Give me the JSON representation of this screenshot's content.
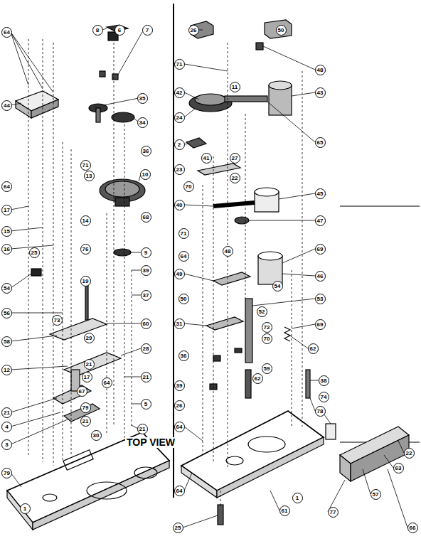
{
  "diagram": {
    "labels": [
      "64",
      "8",
      "6",
      "7",
      "35",
      "34",
      "44",
      "36",
      "71",
      "13",
      "10",
      "64",
      "17",
      "15",
      "14",
      "68",
      "16",
      "25",
      "76",
      "9",
      "54",
      "19",
      "39",
      "37",
      "56",
      "73",
      "60",
      "58",
      "29",
      "21",
      "28",
      "12",
      "17",
      "64",
      "21",
      "21",
      "4",
      "67",
      "3",
      "79",
      "21",
      "5",
      "30",
      "21",
      "79",
      "1",
      "TOP VIEW",
      "26",
      "50",
      "71",
      "11",
      "48",
      "42",
      "43",
      "24",
      "2",
      "41",
      "27",
      "65",
      "23",
      "22",
      "70",
      "45",
      "40",
      "71",
      "47",
      "48",
      "64",
      "49",
      "69",
      "46",
      "50",
      "54",
      "53",
      "31",
      "52",
      "69",
      "62",
      "72",
      "59",
      "62",
      "36",
      "70",
      "39",
      "26",
      "78",
      "38",
      "64",
      "74",
      "22",
      "64",
      "61",
      "1",
      "77",
      "63",
      "57",
      "66",
      "25"
    ]
  }
}
